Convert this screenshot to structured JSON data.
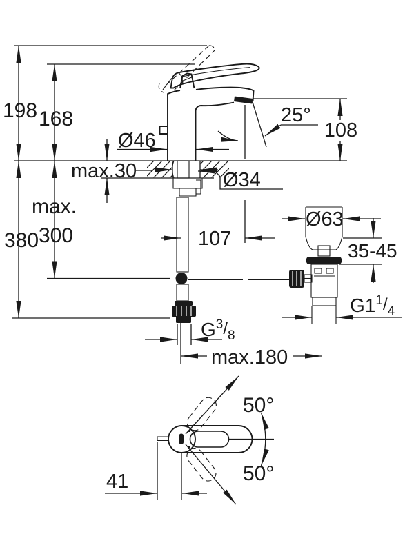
{
  "drawing": {
    "labels": {
      "dim_198": "198",
      "dim_168": "168",
      "dim_max": "max.",
      "dim_300": "300",
      "dim_380": "380",
      "dim_max30": "max.30",
      "dia_46": "Ø46",
      "dia_34": "Ø34",
      "dia_63": "Ø63",
      "dim_108": "108",
      "angle_25": "25°",
      "dim_107": "107",
      "dim_35_45": "35-45",
      "g114_main": "G1",
      "g114_sup": "1",
      "g114_slash": "/",
      "g114_sub": "4",
      "g38_main": "G",
      "g38_sup": "3",
      "g38_slash": "/",
      "g38_sub": "8",
      "dim_max180": "max.180",
      "angle_50_top": "50°",
      "angle_50_bottom": "50°",
      "dim_41": "41"
    },
    "colors": {
      "line": "#1a1a1a",
      "background": "#ffffff"
    }
  }
}
